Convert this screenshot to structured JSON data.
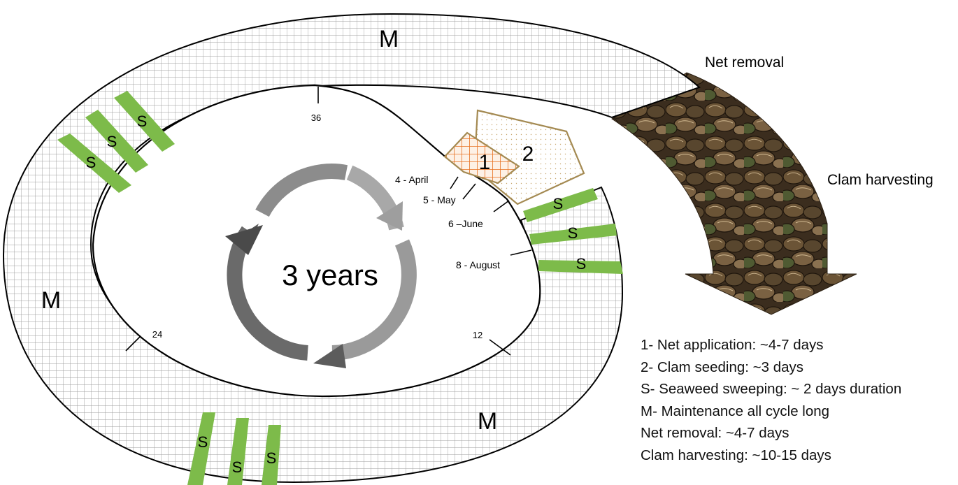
{
  "center": {
    "label": "3 years"
  },
  "zones": {
    "maintenance": "M",
    "sweep": "S",
    "net_application": "1",
    "clam_seeding": "2"
  },
  "ticks": {
    "m36": "36",
    "m24": "24",
    "m12": "12"
  },
  "months": {
    "april": "4 - April",
    "may": "5 - May",
    "june": "6 –June",
    "august": "8 - August"
  },
  "arrow_labels": {
    "net_removal": "Net removal",
    "clam_harvesting": "Clam harvesting"
  },
  "legend": [
    "1- Net application: ~4-7 days",
    "2- Clam seeding: ~3 days",
    "S- Seaweed sweeping: ~ 2 days duration",
    "M- Maintenance all cycle long",
    "Net removal: ~4-7 days",
    "Clam harvesting: ~10-15 days"
  ],
  "colors": {
    "grid": "#9a9a9a",
    "sweep_green": "#7dbb4a",
    "net_orange": "#e8701f",
    "seeding_border": "#a48a52",
    "clam_brown": "#4a3a26"
  }
}
